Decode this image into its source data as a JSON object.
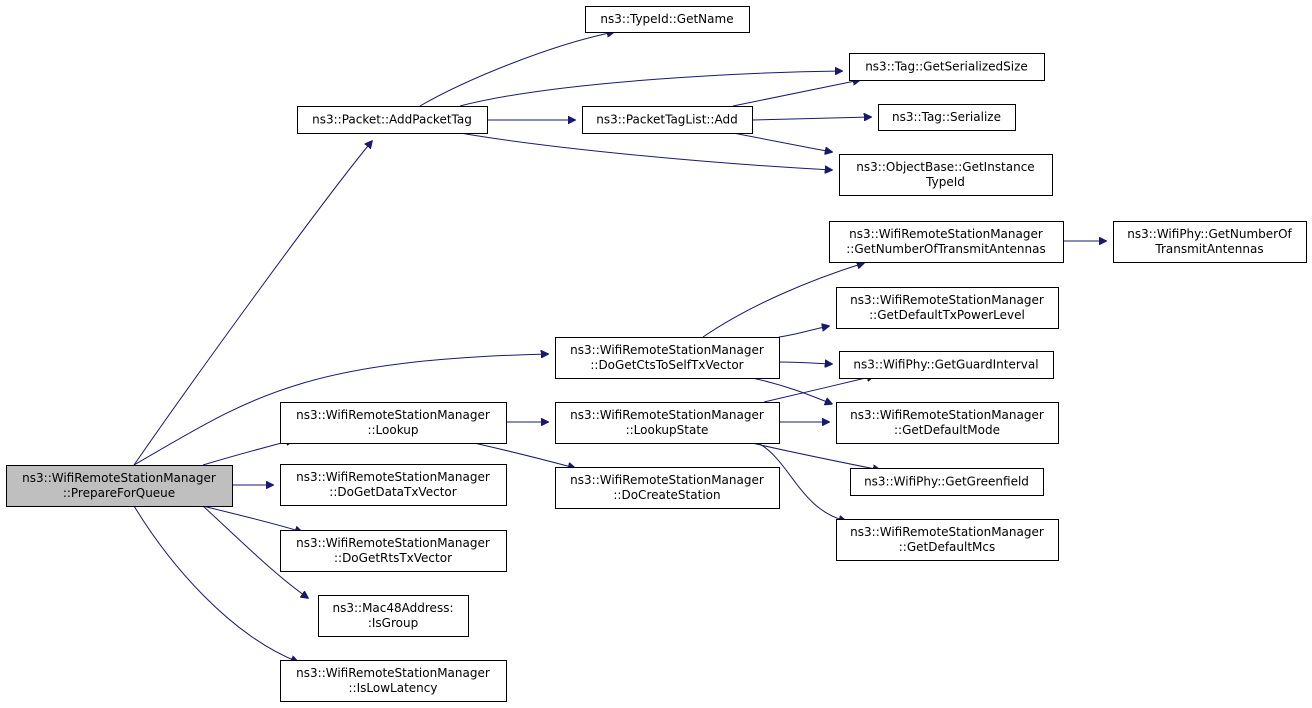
{
  "diagram": {
    "type": "call-graph",
    "colors": {
      "edge": "#191970",
      "root_fill": "#bfbfbf",
      "node_fill": "#ffffff",
      "node_border": "#000000"
    },
    "nodes": [
      {
        "id": "prepare",
        "lines": [
          "ns3::WifiRemoteStationManager",
          "::PrepareForQueue"
        ],
        "root": true
      },
      {
        "id": "addpackettag",
        "lines": [
          "ns3::Packet::AddPacketTag"
        ]
      },
      {
        "id": "typeid_getname",
        "lines": [
          "ns3::TypeId::GetName"
        ]
      },
      {
        "id": "tag_getserializedsize",
        "lines": [
          "ns3::Tag::GetSerializedSize"
        ]
      },
      {
        "id": "packettaglist_add",
        "lines": [
          "ns3::PacketTagList::Add"
        ]
      },
      {
        "id": "tag_serialize",
        "lines": [
          "ns3::Tag::Serialize"
        ]
      },
      {
        "id": "objectbase_getinstancetypeid",
        "lines": [
          "ns3::ObjectBase::GetInstance",
          "TypeId"
        ]
      },
      {
        "id": "getnumberoftransmitantennas",
        "lines": [
          "ns3::WifiRemoteStationManager",
          "::GetNumberOfTransmitAntennas"
        ]
      },
      {
        "id": "wifiphy_getnumberoftransmitantennas",
        "lines": [
          "ns3::WifiPhy::GetNumberOf",
          "TransmitAntennas"
        ]
      },
      {
        "id": "getdefaulttxpowerlevel",
        "lines": [
          "ns3::WifiRemoteStationManager",
          "::GetDefaultTxPowerLevel"
        ]
      },
      {
        "id": "dogetctstoselftxvector",
        "lines": [
          "ns3::WifiRemoteStationManager",
          "::DoGetCtsToSelfTxVector"
        ]
      },
      {
        "id": "wifiphy_getguardinterval",
        "lines": [
          "ns3::WifiPhy::GetGuardInterval"
        ]
      },
      {
        "id": "lookup",
        "lines": [
          "ns3::WifiRemoteStationManager",
          "::Lookup"
        ]
      },
      {
        "id": "lookupstate",
        "lines": [
          "ns3::WifiRemoteStationManager",
          "::LookupState"
        ]
      },
      {
        "id": "getdefaultmode",
        "lines": [
          "ns3::WifiRemoteStationManager",
          "::GetDefaultMode"
        ]
      },
      {
        "id": "wifiphy_getgreenfield",
        "lines": [
          "ns3::WifiPhy::GetGreenfield"
        ]
      },
      {
        "id": "dogetdatatxvector",
        "lines": [
          "ns3::WifiRemoteStationManager",
          "::DoGetDataTxVector"
        ]
      },
      {
        "id": "docreatestation",
        "lines": [
          "ns3::WifiRemoteStationManager",
          "::DoCreateStation"
        ]
      },
      {
        "id": "getdefaultmcs",
        "lines": [
          "ns3::WifiRemoteStationManager",
          "::GetDefaultMcs"
        ]
      },
      {
        "id": "dogetrtstxvector",
        "lines": [
          "ns3::WifiRemoteStationManager",
          "::DoGetRtsTxVector"
        ]
      },
      {
        "id": "mac48address_isgroup",
        "lines": [
          "ns3::Mac48Address:",
          ":IsGroup"
        ]
      },
      {
        "id": "islowlatency",
        "lines": [
          "ns3::WifiRemoteStationManager",
          "::IsLowLatency"
        ]
      }
    ],
    "edges": [
      {
        "from": "prepare",
        "to": "addpackettag"
      },
      {
        "from": "prepare",
        "to": "dogetctstoselftxvector"
      },
      {
        "from": "prepare",
        "to": "lookup"
      },
      {
        "from": "prepare",
        "to": "dogetdatatxvector"
      },
      {
        "from": "prepare",
        "to": "dogetrtstxvector"
      },
      {
        "from": "prepare",
        "to": "mac48address_isgroup"
      },
      {
        "from": "prepare",
        "to": "islowlatency"
      },
      {
        "from": "addpackettag",
        "to": "typeid_getname"
      },
      {
        "from": "addpackettag",
        "to": "tag_getserializedsize"
      },
      {
        "from": "addpackettag",
        "to": "packettaglist_add"
      },
      {
        "from": "addpackettag",
        "to": "objectbase_getinstancetypeid"
      },
      {
        "from": "packettaglist_add",
        "to": "tag_getserializedsize"
      },
      {
        "from": "packettaglist_add",
        "to": "tag_serialize"
      },
      {
        "from": "packettaglist_add",
        "to": "objectbase_getinstancetypeid"
      },
      {
        "from": "dogetctstoselftxvector",
        "to": "getnumberoftransmitantennas"
      },
      {
        "from": "dogetctstoselftxvector",
        "to": "getdefaulttxpowerlevel"
      },
      {
        "from": "dogetctstoselftxvector",
        "to": "wifiphy_getguardinterval"
      },
      {
        "from": "dogetctstoselftxvector",
        "to": "getdefaultmode"
      },
      {
        "from": "getnumberoftransmitantennas",
        "to": "wifiphy_getnumberoftransmitantennas"
      },
      {
        "from": "lookup",
        "to": "lookupstate"
      },
      {
        "from": "lookup",
        "to": "docreatestation"
      },
      {
        "from": "lookupstate",
        "to": "wifiphy_getguardinterval"
      },
      {
        "from": "lookupstate",
        "to": "getdefaultmode"
      },
      {
        "from": "lookupstate",
        "to": "wifiphy_getgreenfield"
      },
      {
        "from": "lookupstate",
        "to": "getdefaultmcs"
      }
    ]
  }
}
